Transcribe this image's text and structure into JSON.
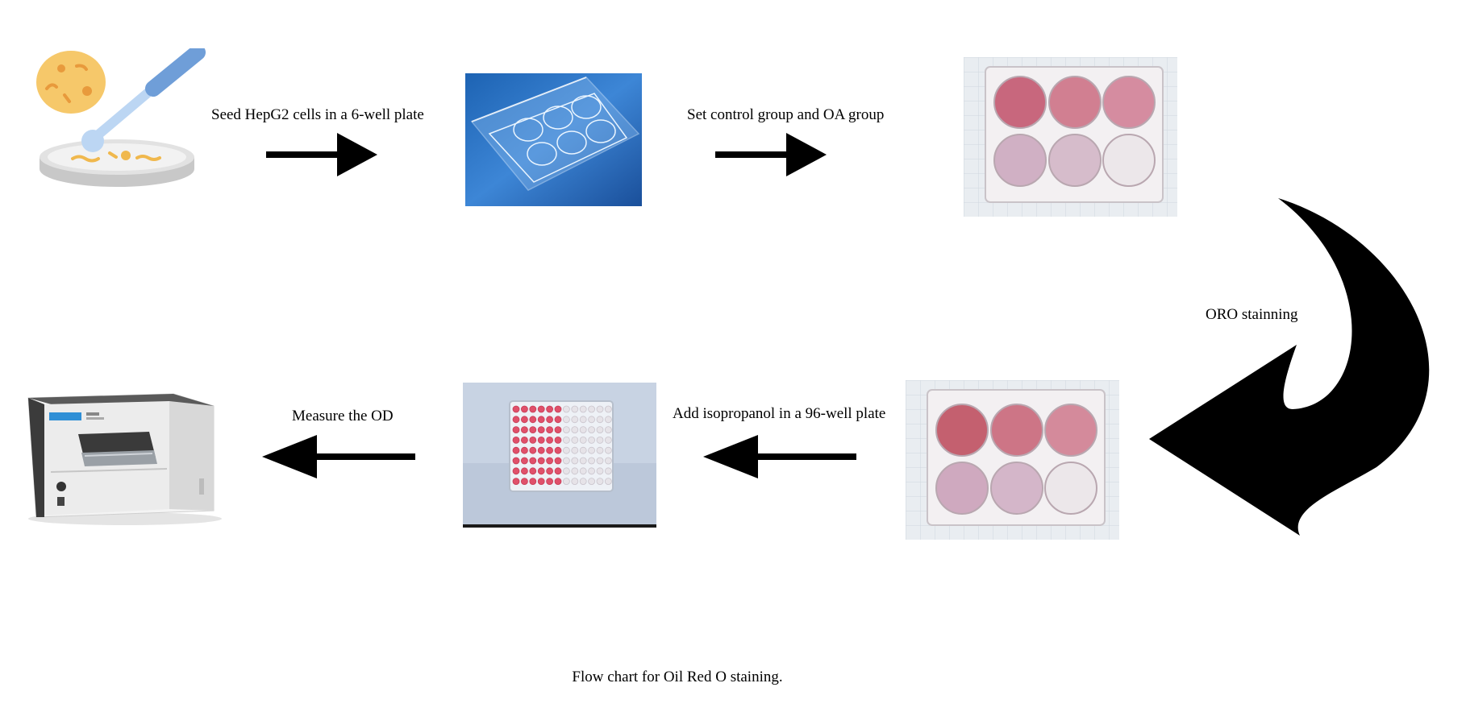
{
  "steps": [
    {
      "label": "Seed HepG2 cells in a 6-well plate"
    },
    {
      "label": "Set control group and OA group"
    },
    {
      "label": "ORO stainning"
    },
    {
      "label": "Add isopropanol in a 96-well plate"
    },
    {
      "label": "Measure the OD"
    }
  ],
  "caption": "Flow chart for Oil Red O staining.",
  "icons": {
    "culture": "cell-culture-dish-icon",
    "plate6_blank": "empty-6-well-plate-photo",
    "plate6_stained": "stained-6-well-plate-photo",
    "plate96": "96-well-plate-photo",
    "reader": "microplate-reader-icon"
  },
  "colors": {
    "arrow": "#000000",
    "stain_dark": "#c46a7e",
    "stain_light": "#d9b1c7",
    "pipette": "#6f9ed8",
    "cell_colony": "#f6c86a"
  }
}
